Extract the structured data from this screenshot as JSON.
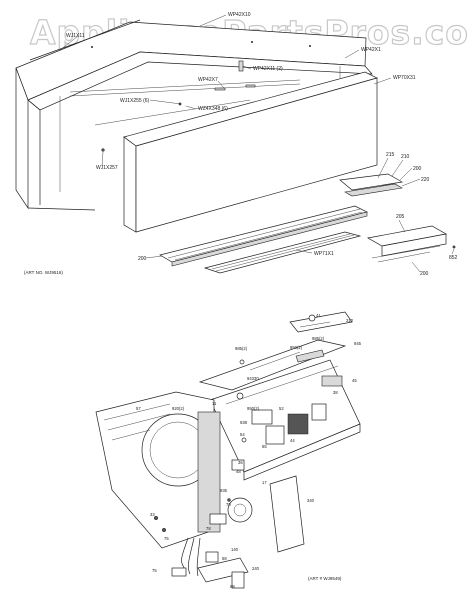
{
  "watermark": "AppliancePartsPros.com",
  "upper_assembly": {
    "labels": {
      "wp42x10": "WP42X10",
      "wj1x11": "WJ1X11",
      "wp42x1": "WP42X1",
      "wp42x11": "WP42X11 (2)",
      "wp70x31": "WP70X31",
      "wp42x7": "WP42X7",
      "wj1x255": "WJ1X255 (6)",
      "wz4x348": "WZ4X348 (6)",
      "wj1x257": "WJ1X257",
      "c215": "215",
      "c210": "210",
      "c200a": "200",
      "c220": "220",
      "c205": "205",
      "c200b": "200",
      "c200c": "200",
      "wp71x1": "WP71X1",
      "c852": "852"
    },
    "art_no": "(ART NO. WJ9516)"
  },
  "lower_assembly": {
    "labels": {
      "c41": "41",
      "c310": "310",
      "c985a": "985(2)",
      "c950": "950(2)",
      "c985b": "985(2)",
      "c945": "945",
      "c45": "45",
      "c38": "38",
      "c94330": "94330",
      "c52": "52",
      "c950b": "950(2)",
      "c938": "938",
      "c54": "54",
      "c57": "57",
      "c920": "920(2)",
      "c11": "11",
      "c44": "44",
      "c65": "65",
      "c36": "36",
      "c48": "48",
      "c17": "17",
      "c340": "340",
      "c935": "935",
      "c70": "70",
      "c78": "78",
      "c33": "33",
      "c75": "75",
      "c140": "140",
      "c58": "58",
      "c240": "240",
      "c75b": "75",
      "c68": "68"
    },
    "art_no": "(ART # WJ9549)"
  }
}
